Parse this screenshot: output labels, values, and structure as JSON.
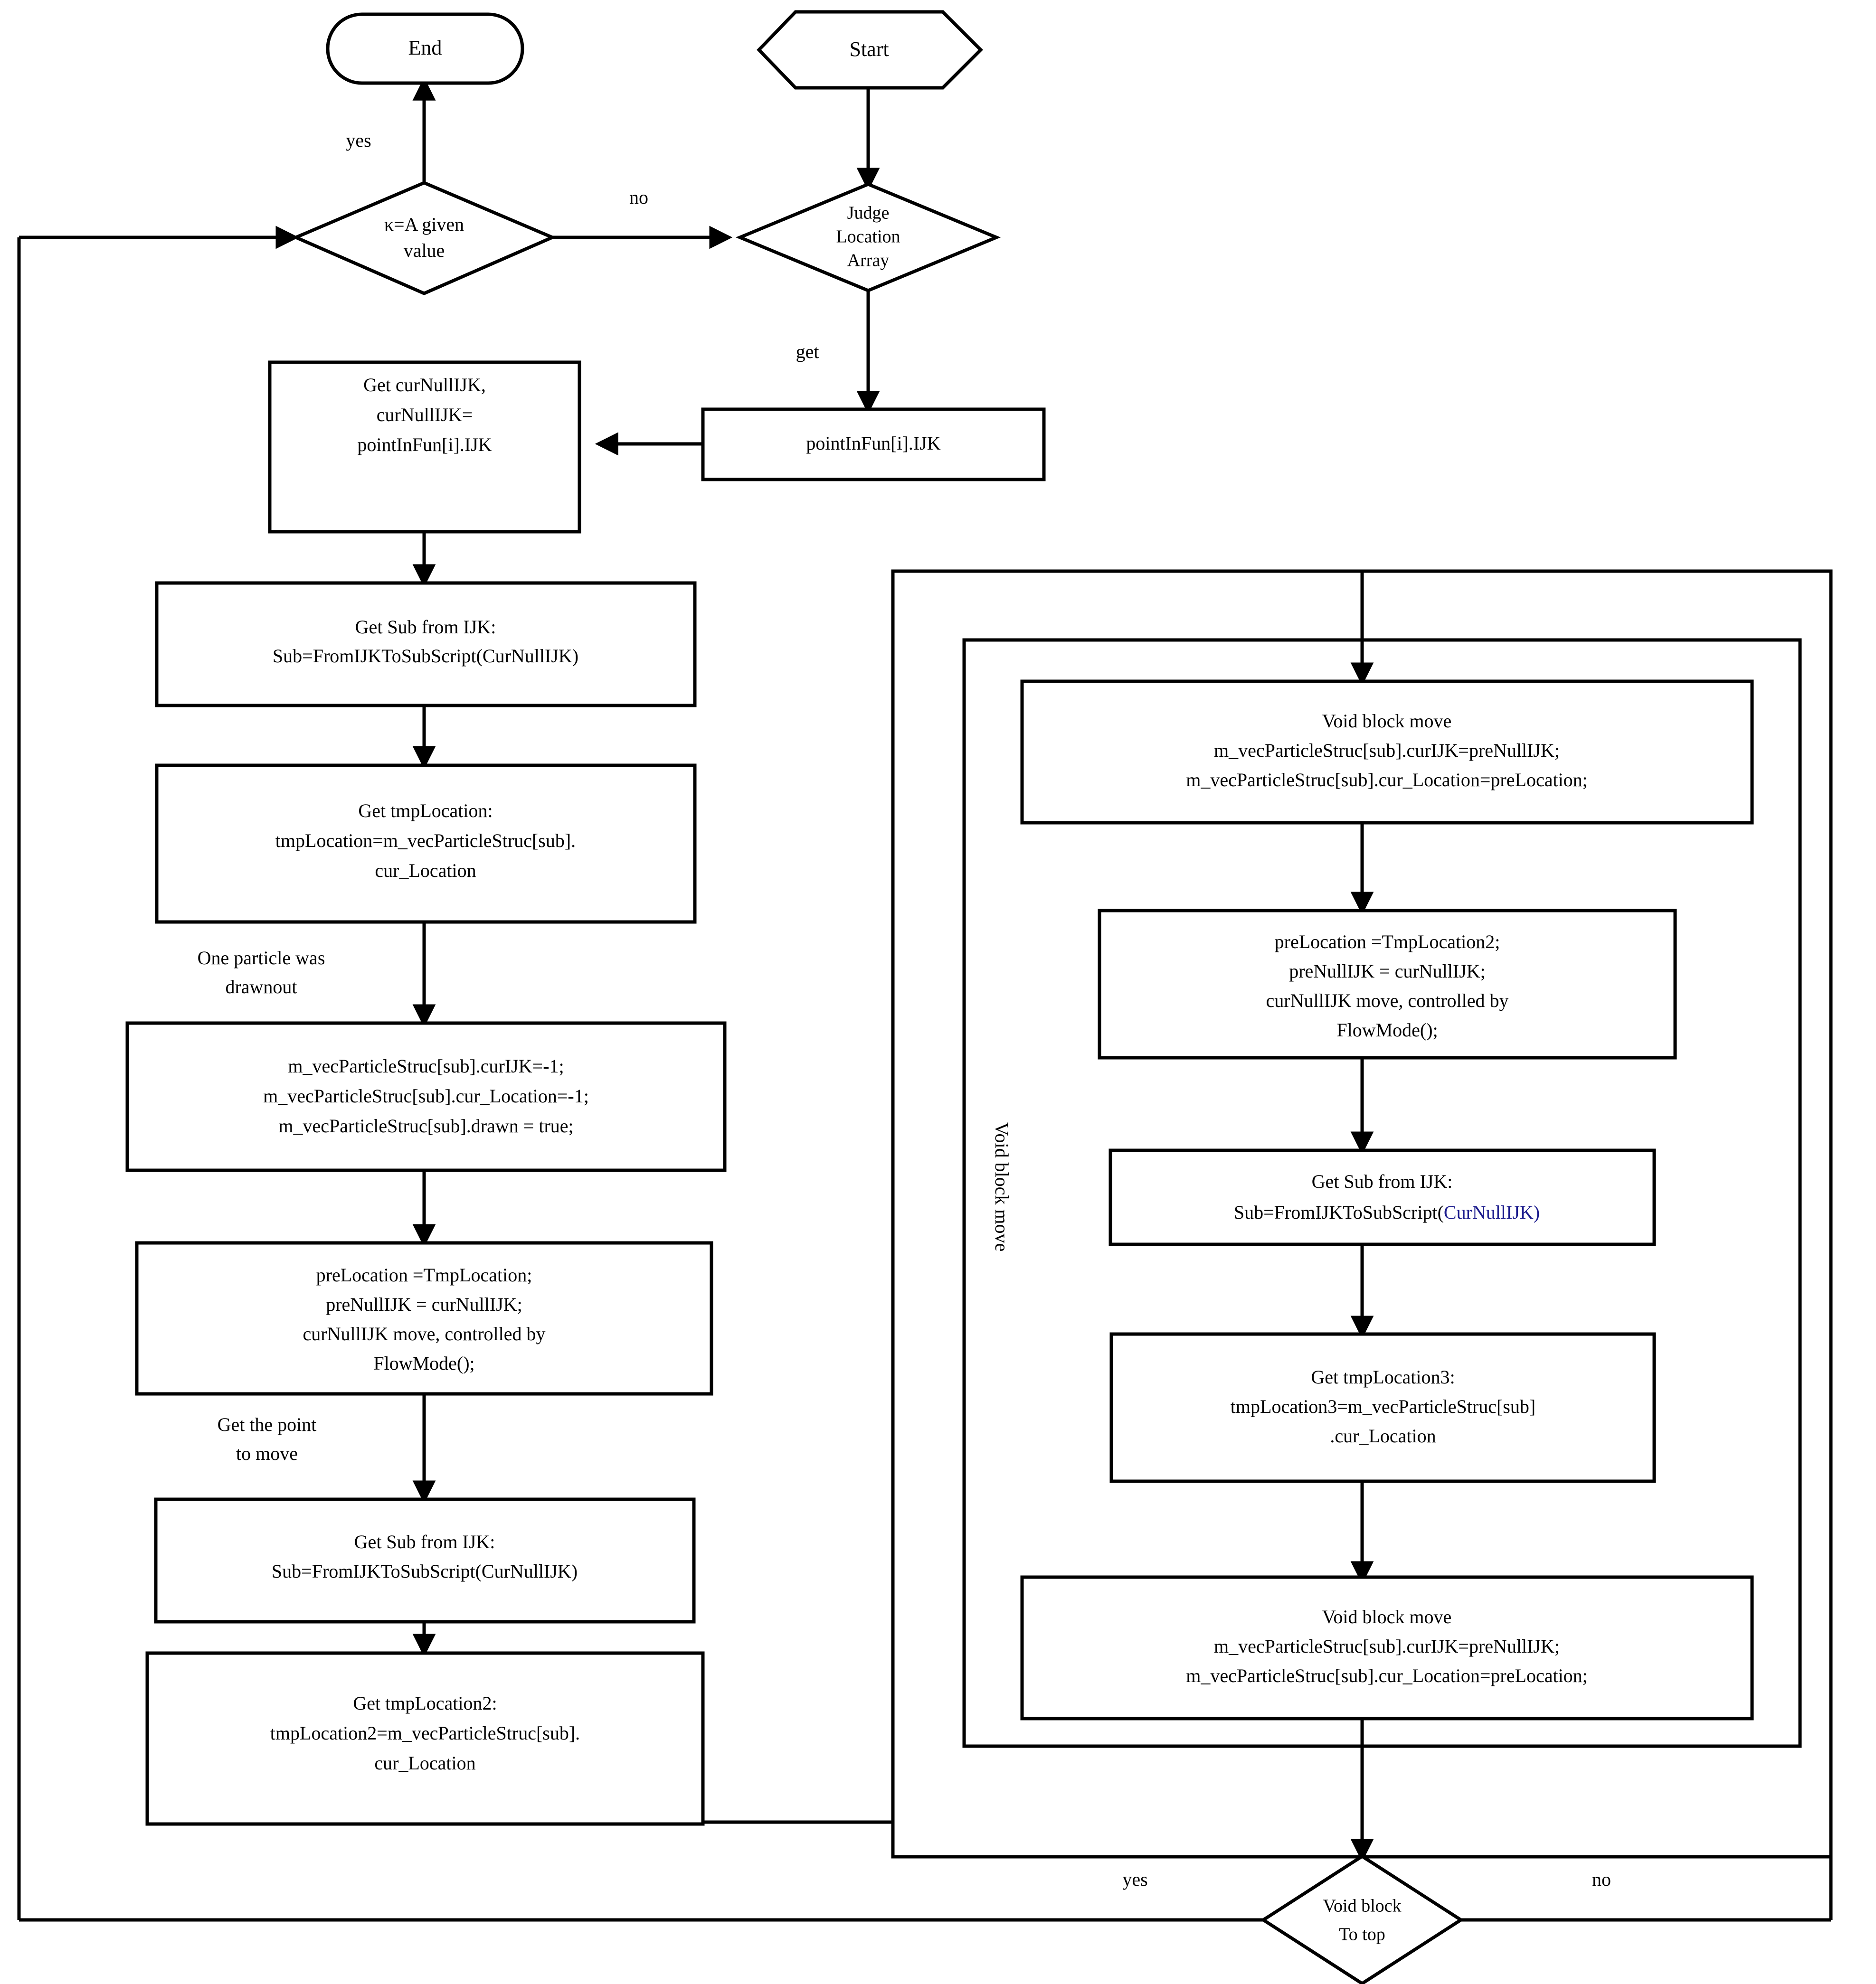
{
  "diagram": {
    "title": "Particle void block move flowchart",
    "accent_color": "#1a1a8c",
    "line_color": "#000000",
    "background": "#ffffff"
  },
  "nodes": {
    "end": {
      "label": "End",
      "shape": "terminator-rounded"
    },
    "start": {
      "label": "Start",
      "shape": "hexagon"
    },
    "decision_k": {
      "line1": "κ=A given",
      "line2": "value",
      "shape": "diamond"
    },
    "decision_judge": {
      "line1": "Judge",
      "line2": "Location",
      "line3": "Array",
      "shape": "diamond"
    },
    "point_in_fun": {
      "line1": "pointInFun[i].IJK",
      "shape": "process"
    },
    "get_curnullijk": {
      "line1": "Get curNullIJK,",
      "line2": "curNullIJK=",
      "line3": "pointInFun[i].IJK",
      "shape": "process"
    },
    "get_sub_1": {
      "line1": "Get Sub from IJK:",
      "line2": "Sub=FromIJKToSubScript(CurNullIJK)",
      "shape": "process"
    },
    "get_tmplocation": {
      "line1": "Get tmpLocation:",
      "line2": "tmpLocation=m_vecParticleStruc[sub].",
      "line3": "cur_Location",
      "shape": "process"
    },
    "drawn_out": {
      "line1": "m_vecParticleStruc[sub].curIJK=-1;",
      "line2": "m_vecParticleStruc[sub].cur_Location=-1;",
      "line3": "m_vecParticleStruc[sub].drawn = true;",
      "shape": "process"
    },
    "prelocation_1": {
      "line1": "preLocation =TmpLocation;",
      "line2": "preNullIJK = curNullIJK;",
      "line3": "curNullIJK move, controlled by",
      "line4": "FlowMode();",
      "shape": "process"
    },
    "get_sub_2": {
      "line1": "Get Sub from IJK:",
      "line2": "Sub=FromIJKToSubScript(CurNullIJK)",
      "shape": "process"
    },
    "get_tmplocation2": {
      "line1": "Get tmpLocation2:",
      "line2": "tmpLocation2=m_vecParticleStruc[sub].",
      "line3": "cur_Location",
      "shape": "process"
    },
    "void_move_top": {
      "line1": "Void block move",
      "line2": "m_vecParticleStruc[sub].curIJK=preNullIJK;",
      "line3": "m_vecParticleStruc[sub].cur_Location=preLocation;",
      "shape": "process"
    },
    "prelocation_2": {
      "line1": "preLocation =TmpLocation2;",
      "line2": "preNullIJK = curNullIJK;",
      "line3": "curNullIJK move, controlled by",
      "line4": "FlowMode();",
      "shape": "process"
    },
    "get_sub_3": {
      "line1": "Get Sub from IJK:",
      "line2_plain": "Sub=FromIJKToSubScript(",
      "line2_highlight": "CurNullIJK",
      "line2_tail": ")",
      "shape": "process"
    },
    "get_tmplocation3": {
      "line1": "Get tmpLocation3:",
      "line2": "tmpLocation3=m_vecParticleStruc[sub]",
      "line3": ".cur_Location",
      "shape": "process"
    },
    "void_move_bottom": {
      "line1": "Void block move",
      "line2": "m_vecParticleStruc[sub].curIJK=preNullIJK;",
      "line3": "m_vecParticleStruc[sub].cur_Location=preLocation;",
      "shape": "process"
    },
    "decision_void_top": {
      "line1": "Void block",
      "line2": "To top",
      "shape": "diamond"
    }
  },
  "edge_labels": {
    "k_yes": "yes",
    "k_no": "no",
    "judge_get": "get",
    "one_particle_line1": "One particle was",
    "one_particle_line2": "drawnout",
    "get_point_line1": "Get the point",
    "get_point_line2": "to move",
    "void_top_yes": "yes",
    "void_top_no": "no"
  },
  "containers": {
    "outer_label": "Void block move"
  }
}
